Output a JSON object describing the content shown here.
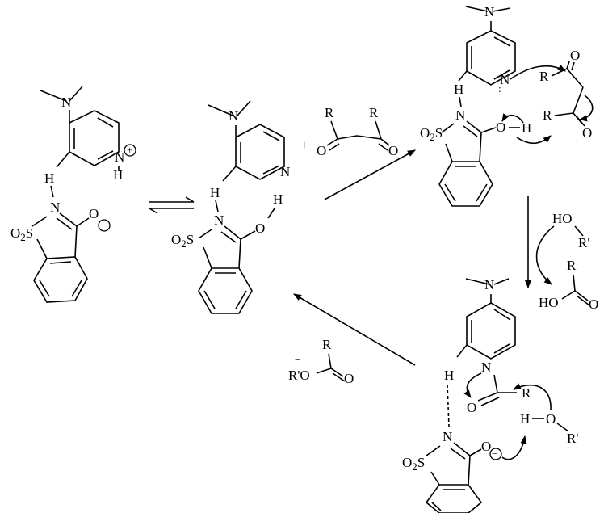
{
  "labels": {
    "nme2": "N",
    "pyridinium_n": "N",
    "charge_plus": "+",
    "charge_minus": "−",
    "h": "H",
    "o": "O",
    "n": "N",
    "s": "S",
    "o2": "O",
    "sub2": "2",
    "r": "R",
    "r_prime": "R'",
    "ho": "HO",
    "plus_sign": "+",
    "lone_pair": ":",
    "r_prime_o": "R'O"
  }
}
